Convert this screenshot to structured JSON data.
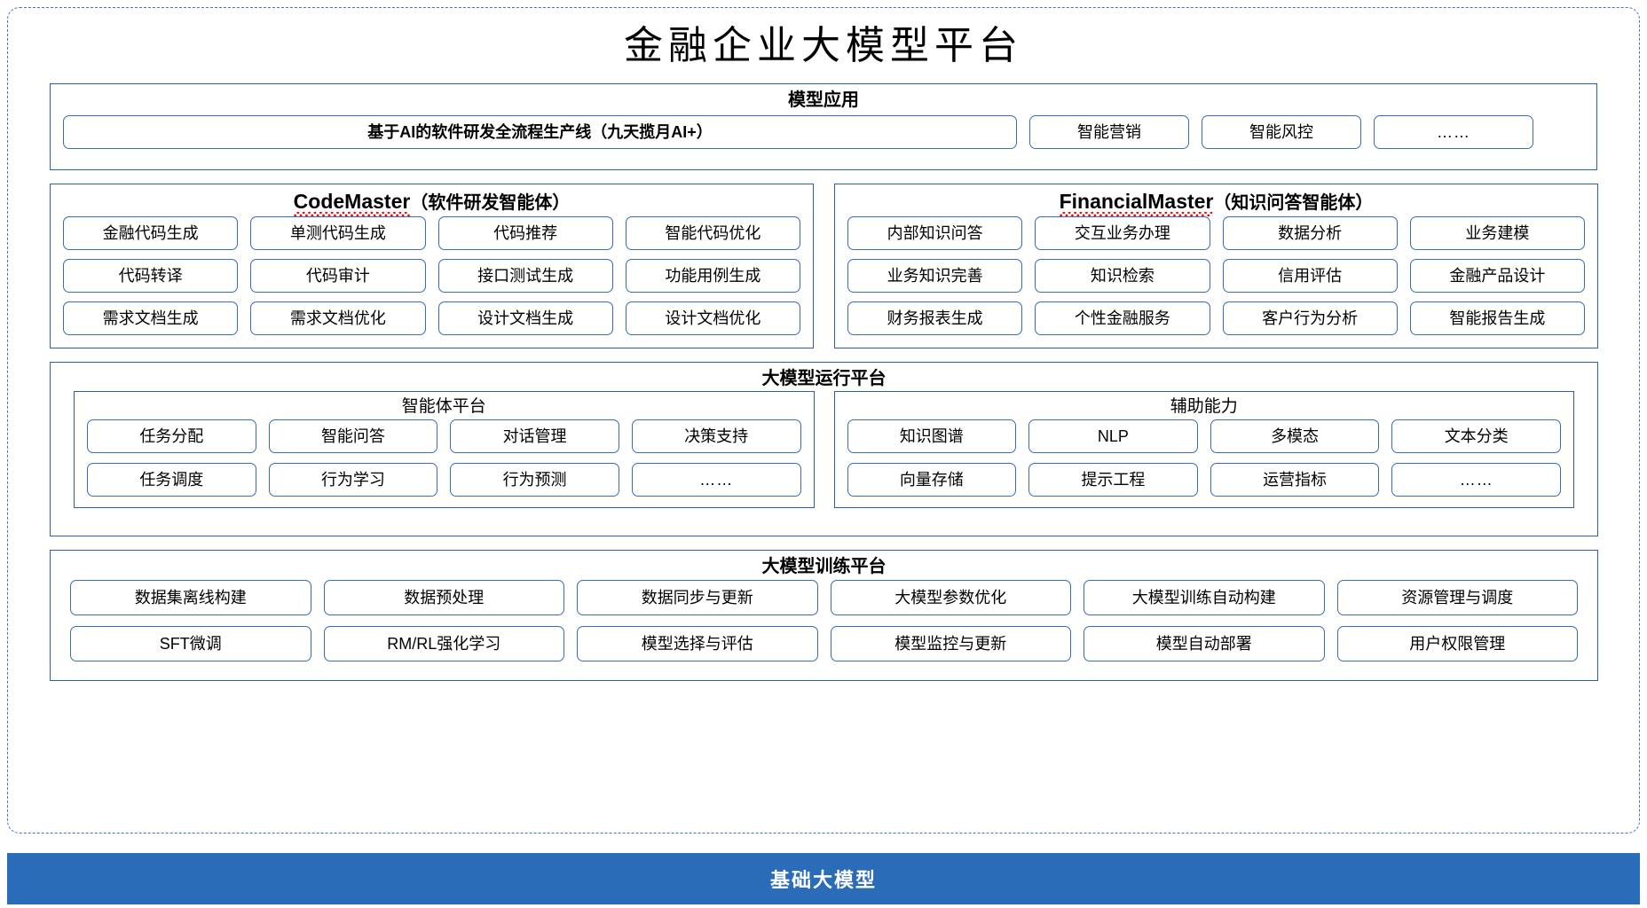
{
  "title": "金融企业大模型平台",
  "footer": {
    "label": "基础大模型"
  },
  "model_application": {
    "title": "模型应用",
    "primary": "基于AI的软件研发全流程生产线（九天揽月AI+）",
    "items": [
      "智能营销",
      "智能风控",
      "……"
    ]
  },
  "agents": [
    {
      "name": "CodeMaster",
      "suffix": "（软件研发智能体）",
      "rows": [
        [
          "金融代码生成",
          "单测代码生成",
          "代码推荐",
          "智能代码优化"
        ],
        [
          "代码转译",
          "代码审计",
          "接口测试生成",
          "功能用例生成"
        ],
        [
          "需求文档生成",
          "需求文档优化",
          "设计文档生成",
          "设计文档优化"
        ]
      ]
    },
    {
      "name": "FinancialMaster",
      "suffix": "（知识问答智能体）",
      "rows": [
        [
          "内部知识问答",
          "交互业务办理",
          "数据分析",
          "业务建模"
        ],
        [
          "业务知识完善",
          "知识检索",
          "信用评估",
          "金融产品设计"
        ],
        [
          "财务报表生成",
          "个性金融服务",
          "客户行为分析",
          "智能报告生成"
        ]
      ]
    }
  ],
  "runtime_platform": {
    "title": "大模型运行平台",
    "subpanels": [
      {
        "title": "智能体平台",
        "rows": [
          [
            "任务分配",
            "智能问答",
            "对话管理",
            "决策支持"
          ],
          [
            "任务调度",
            "行为学习",
            "行为预测",
            "……"
          ]
        ]
      },
      {
        "title": "辅助能力",
        "rows": [
          [
            "知识图谱",
            "NLP",
            "多模态",
            "文本分类"
          ],
          [
            "向量存储",
            "提示工程",
            "运营指标",
            "……"
          ]
        ]
      }
    ]
  },
  "training_platform": {
    "title": "大模型训练平台",
    "rows": [
      [
        "数据集离线构建",
        "数据预处理",
        "数据同步与更新",
        "大模型参数优化",
        "大模型训练自动构建",
        "资源管理与调度"
      ],
      [
        "SFT微调",
        "RM/RL强化学习",
        "模型选择与评估",
        "模型监控与更新",
        "模型自动部署",
        "用户权限管理"
      ]
    ]
  },
  "colors": {
    "frame": "#4472c4",
    "panel_border": "#2e5fa3",
    "chip_border": "#3b6bb0",
    "footer_bg": "#2b6cb8",
    "spellcheck": "#ff0000"
  }
}
